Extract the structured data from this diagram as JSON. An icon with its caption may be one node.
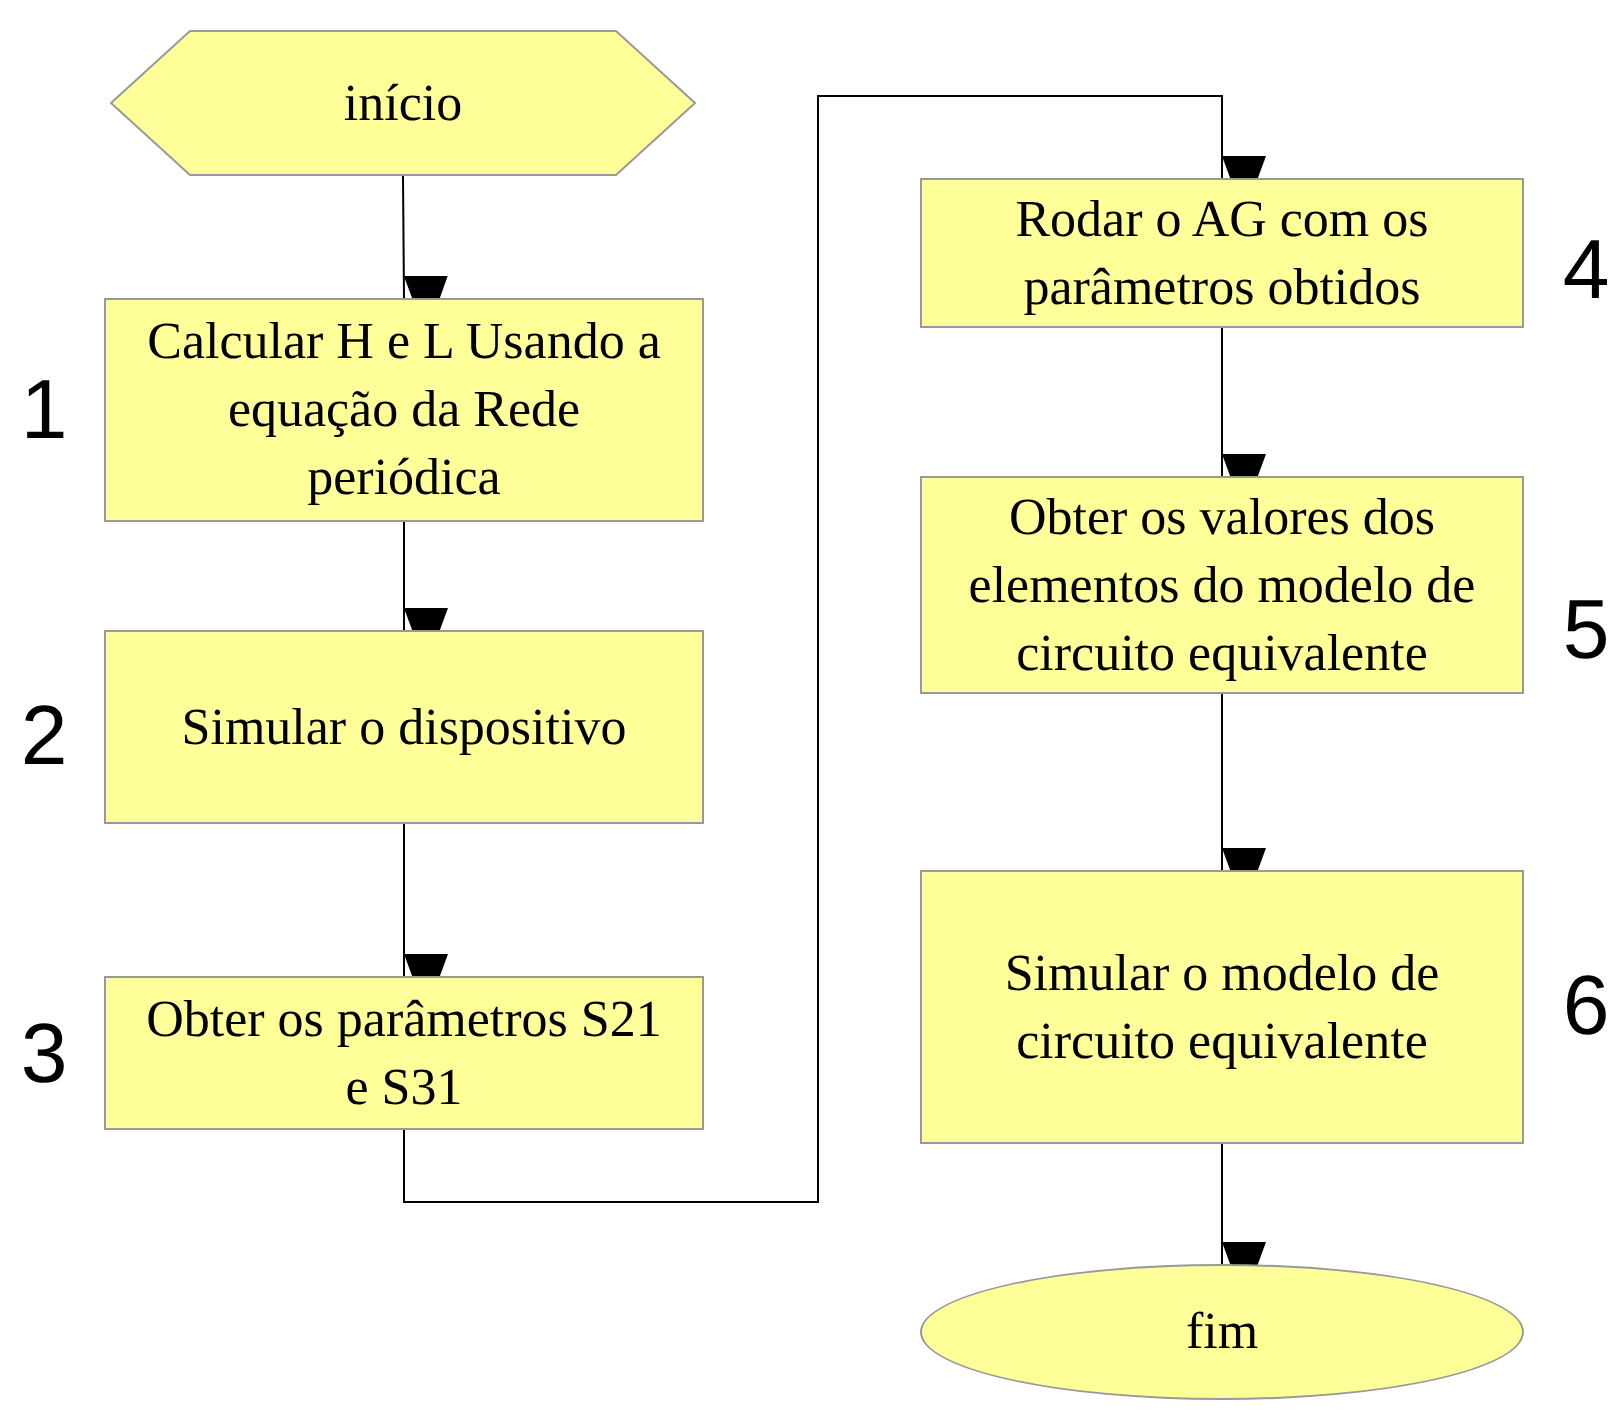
{
  "diagram": {
    "nodes": [
      {
        "text": [
          "início"
        ]
      },
      {
        "text": [
          "Calcular H e L Usando a equação da Rede periódica"
        ],
        "beside": [
          "1"
        ]
      },
      {
        "text": [
          "Simular o dispositivo"
        ],
        "beside": [
          "2"
        ]
      },
      {
        "text": [
          "Obter os parâmetros S21 e S31"
        ],
        "beside": [
          "3"
        ]
      },
      {
        "text": [
          "Rodar o AG com os parâmetros obtidos"
        ],
        "beside": [
          "4"
        ]
      },
      {
        "text": [
          "Obter os valores dos elementos do modelo de circuito equivalente"
        ],
        "beside": [
          "5"
        ]
      },
      {
        "text": [
          "Simular o modelo de circuito equivalente"
        ],
        "beside": [
          "6"
        ]
      },
      {
        "text": [
          "fim"
        ]
      }
    ],
    "edges": [
      {
        "from": 0,
        "to": 1,
        "arrow": "to"
      },
      {
        "from": 1,
        "to": 2,
        "arrow": "to"
      },
      {
        "from": 2,
        "to": 3,
        "arrow": "to"
      },
      {
        "from": 3,
        "to": 4,
        "arrow": "to"
      },
      {
        "from": 4,
        "to": 5,
        "arrow": "to"
      },
      {
        "from": 5,
        "to": 6,
        "arrow": "to"
      },
      {
        "from": 6,
        "to": 7,
        "arrow": "to"
      }
    ]
  }
}
